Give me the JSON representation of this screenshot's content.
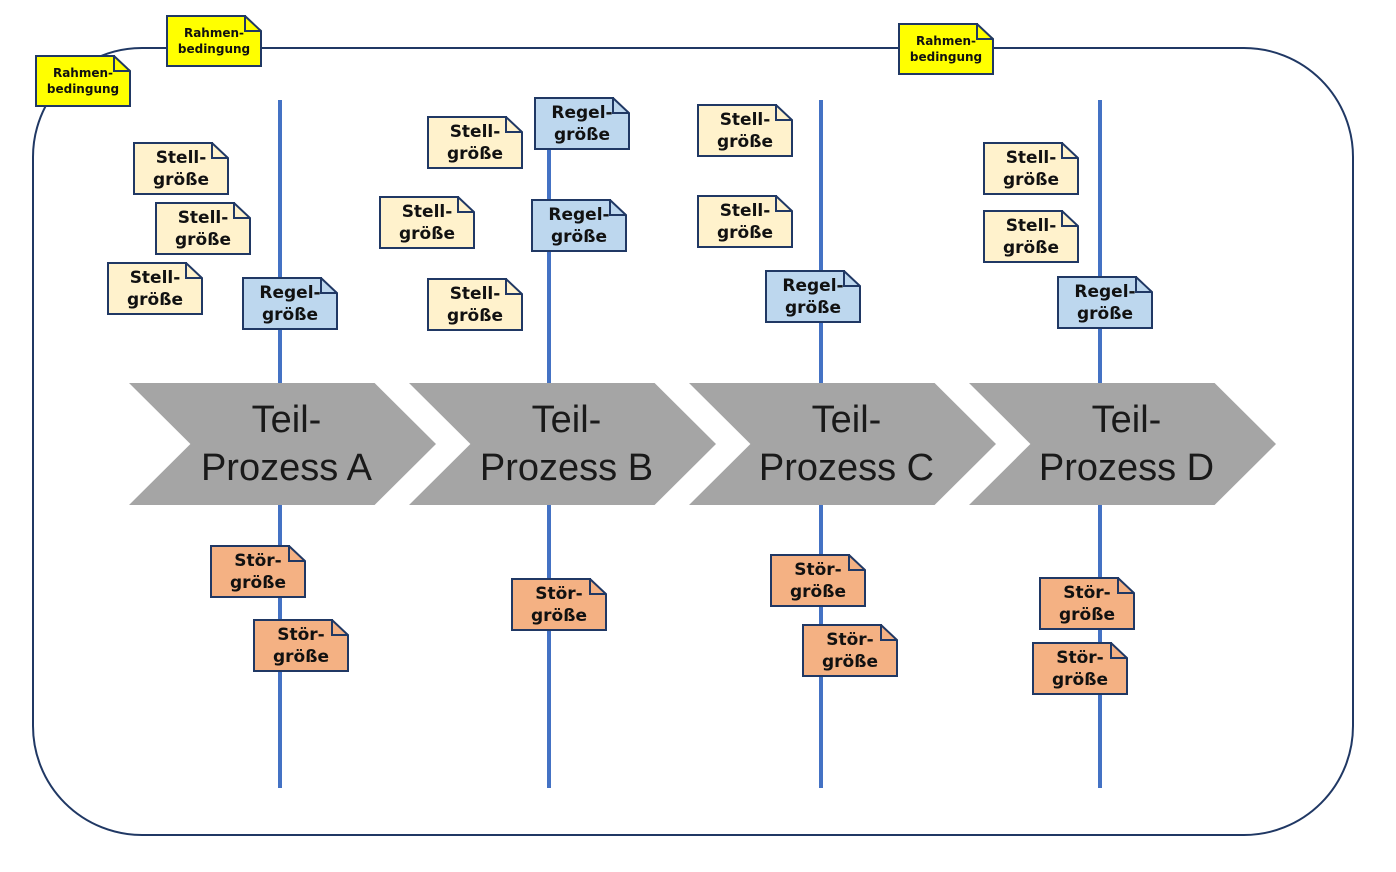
{
  "colors": {
    "stell": "#fff2cc",
    "regel": "#bdd7ee",
    "stoer": "#f4b183",
    "rahmen": "#ffff00",
    "border": "#203864",
    "line": "#4472c4",
    "chevron": "#a5a5a5"
  },
  "processes": [
    {
      "label": "Teil-\nProzess A"
    },
    {
      "label": "Teil-\nProzess B"
    },
    {
      "label": "Teil-\nProzess C"
    },
    {
      "label": "Teil-\nProzess D"
    }
  ],
  "labels": {
    "stell": "Stell-\ngröße",
    "regel": "Regel-\ngröße",
    "stoer": "Stör-\ngröße",
    "rahmen": "Rahmen-\nbedingung"
  },
  "notes": [
    {
      "type": "rahmen",
      "process": "frame"
    },
    {
      "type": "rahmen",
      "process": "frame"
    },
    {
      "type": "rahmen",
      "process": "frame"
    },
    {
      "type": "stell",
      "process": "A"
    },
    {
      "type": "stell",
      "process": "A"
    },
    {
      "type": "stell",
      "process": "A"
    },
    {
      "type": "regel",
      "process": "A"
    },
    {
      "type": "stoer",
      "process": "A"
    },
    {
      "type": "stoer",
      "process": "A"
    },
    {
      "type": "stell",
      "process": "B"
    },
    {
      "type": "stell",
      "process": "B"
    },
    {
      "type": "stell",
      "process": "B"
    },
    {
      "type": "regel",
      "process": "B"
    },
    {
      "type": "regel",
      "process": "B"
    },
    {
      "type": "stoer",
      "process": "B"
    },
    {
      "type": "stell",
      "process": "C"
    },
    {
      "type": "stell",
      "process": "C"
    },
    {
      "type": "regel",
      "process": "C"
    },
    {
      "type": "stoer",
      "process": "C"
    },
    {
      "type": "stoer",
      "process": "C"
    },
    {
      "type": "stell",
      "process": "D"
    },
    {
      "type": "stell",
      "process": "D"
    },
    {
      "type": "regel",
      "process": "D"
    },
    {
      "type": "stoer",
      "process": "D"
    },
    {
      "type": "stoer",
      "process": "D"
    }
  ]
}
